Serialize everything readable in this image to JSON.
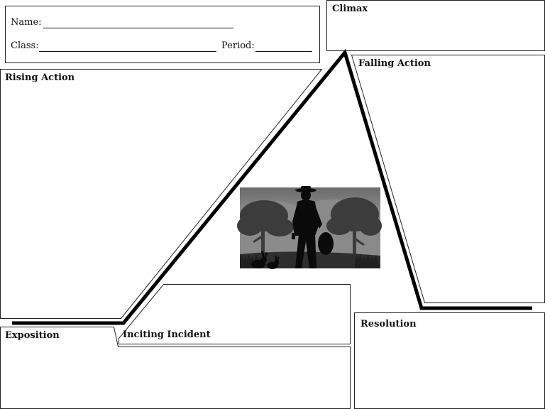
{
  "header": {
    "name_label": "Name:",
    "class_label": "Class:",
    "period_label": "Period:"
  },
  "sections": {
    "climax": "Climax",
    "rising_action": "Rising Action",
    "falling_action": "Falling Action",
    "exposition": "Exposition",
    "inciting_incident": "Inciting Incident",
    "resolution": "Resolution"
  },
  "image": {
    "subject": "silhouette of a man in a hat holding a pistol and a bag, with two rabbits, trees behind"
  },
  "colors": {
    "line": "#000000",
    "box_border": "#222222"
  }
}
